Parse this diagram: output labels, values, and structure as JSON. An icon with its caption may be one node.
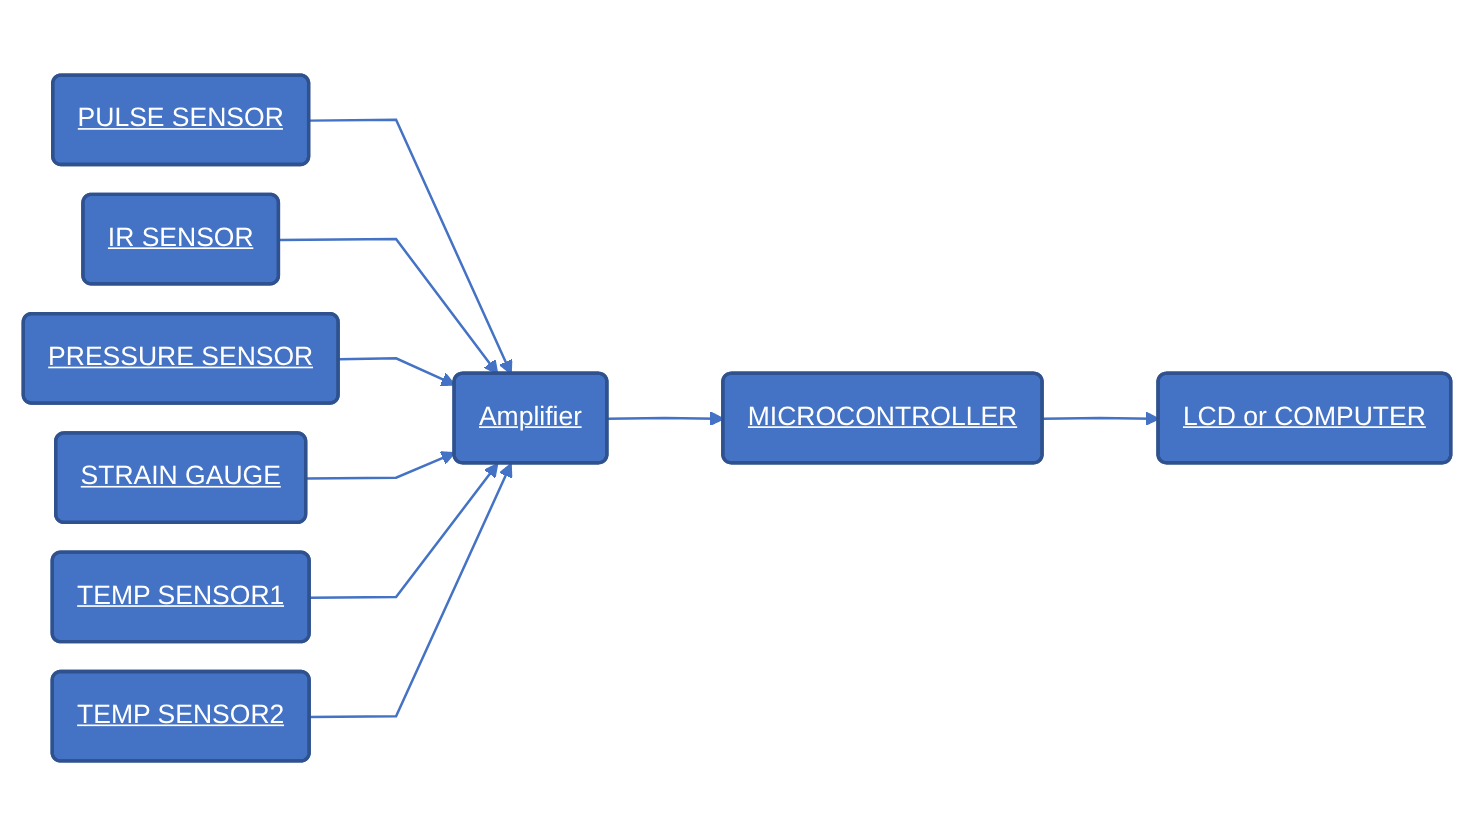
{
  "diagram": {
    "nodes": [
      {
        "text": [
          "PULSE SENSOR"
        ]
      },
      {
        "text": [
          "IR SENSOR"
        ]
      },
      {
        "text": [
          "PRESSURE SENSOR"
        ]
      },
      {
        "text": [
          "STRAIN GAUGE"
        ]
      },
      {
        "text": [
          "TEMP SENSOR1"
        ]
      },
      {
        "text": [
          "TEMP SENSOR2"
        ]
      },
      {
        "text": [
          "Amplifier"
        ]
      },
      {
        "text": [
          "MICROCONTROLLER"
        ]
      },
      {
        "text": [
          "LCD or COMPUTER"
        ]
      }
    ],
    "edges": [
      {
        "from": 0,
        "to": 6,
        "arrow": "to"
      },
      {
        "from": 1,
        "to": 6,
        "arrow": "to"
      },
      {
        "from": 2,
        "to": 6,
        "arrow": "to"
      },
      {
        "from": 3,
        "to": 6,
        "arrow": "to"
      },
      {
        "from": 4,
        "to": 6,
        "arrow": "to"
      },
      {
        "from": 5,
        "to": 6,
        "arrow": "to"
      },
      {
        "from": 6,
        "to": 7,
        "arrow": "to"
      },
      {
        "from": 7,
        "to": 8,
        "arrow": "to"
      }
    ]
  }
}
